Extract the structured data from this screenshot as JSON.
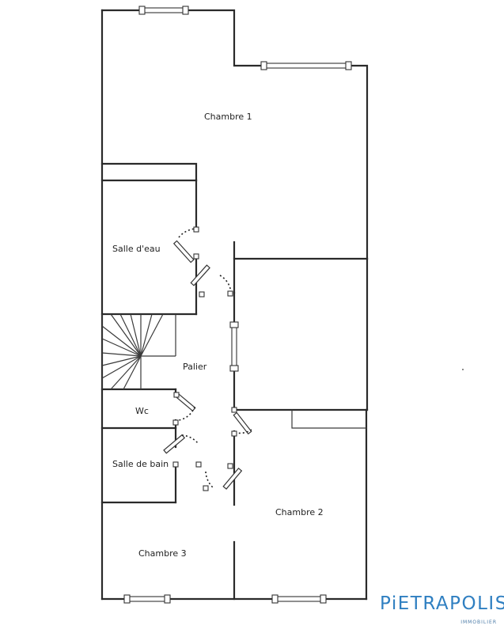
{
  "rooms": {
    "chambre1": "Chambre 1",
    "salle_eau": "Salle d'eau",
    "palier": "Palier",
    "wc": "Wc",
    "salle_bain": "Salle de bain",
    "chambre2": "Chambre 2",
    "chambre3": "Chambre 3"
  },
  "logo": {
    "name": "PiETRAPOLIS",
    "tagline": "IMMOBILIER",
    "color": "#2f7fc1"
  }
}
